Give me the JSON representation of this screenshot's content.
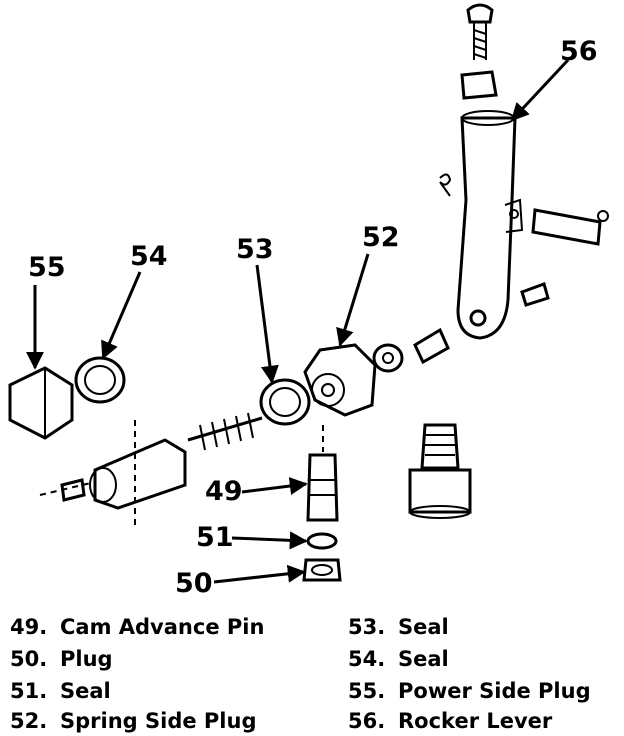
{
  "callouts": {
    "c49": "49",
    "c50": "50",
    "c51": "51",
    "c52": "52",
    "c53": "53",
    "c54": "54",
    "c55": "55",
    "c56": "56"
  },
  "legend": {
    "left": [
      {
        "num": "49.",
        "label": "Cam Advance Pin"
      },
      {
        "num": "50.",
        "label": "Plug"
      },
      {
        "num": "51.",
        "label": "Seal"
      },
      {
        "num": "52.",
        "label": "Spring Side Plug"
      }
    ],
    "right": [
      {
        "num": "53.",
        "label": "Seal"
      },
      {
        "num": "54.",
        "label": "Seal"
      },
      {
        "num": "55.",
        "label": "Power Side Plug"
      },
      {
        "num": "56.",
        "label": "Rocker Lever"
      }
    ]
  }
}
